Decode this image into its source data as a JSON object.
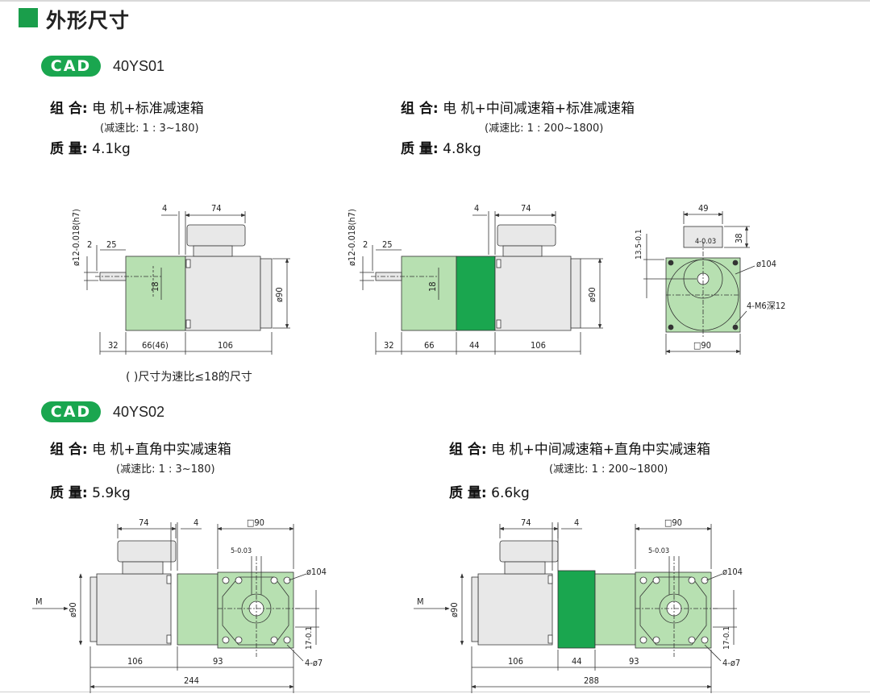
{
  "section": {
    "title": "外形尺寸"
  },
  "colors": {
    "accent": "#1a9e4b",
    "gear_light": "#b7e0b1",
    "gear_dark": "#1aa64f",
    "motor": "#e8e8e8"
  },
  "blocks": [
    {
      "cad_label": "CAD",
      "model": "40YS01",
      "left": {
        "combo_label": "组 合:",
        "combo_value": "电 机+标准减速箱",
        "ratio": "(减速比: 1 : 3~180)",
        "weight_label": "质 量:",
        "weight_value": "4.1kg"
      },
      "right": {
        "combo_label": "组 合:",
        "combo_value": "电 机+中间减速箱+标准减速箱",
        "ratio": "(减速比: 1 : 200~1800)",
        "weight_label": "质 量:",
        "weight_value": "4.8kg"
      },
      "note": "( )尺寸为速比≤18的尺寸"
    },
    {
      "cad_label": "CAD",
      "model": "40YS02",
      "left": {
        "combo_label": "组 合:",
        "combo_value": "电 机+直角中实减速箱",
        "ratio": "(减速比: 1 : 3~180)",
        "weight_label": "质 量:",
        "weight_value": "5.9kg"
      },
      "right": {
        "combo_label": "组 合:",
        "combo_value": "电 机+中间减速箱+直角中实减速箱",
        "ratio": "(减速比: 1 : 200~1800)",
        "weight_label": "质 量:",
        "weight_value": "6.6kg"
      }
    }
  ],
  "dims": {
    "d1": {
      "top_4": "4",
      "top_74": "74",
      "shaft": "ø12-0.018(h7)",
      "d2": "2",
      "d25": "25",
      "d18": "18",
      "d90": "ø90",
      "b32": "32",
      "b66": "66(46)",
      "b106": "106"
    },
    "d2": {
      "top_4": "4",
      "top_74": "74",
      "shaft": "ø12-0.018(h7)",
      "d2": "2",
      "d25": "25",
      "d18": "18",
      "d90": "ø90",
      "b32": "32",
      "b66": "66",
      "b44": "44",
      "b106": "106"
    },
    "d3": {
      "w49": "49",
      "h38": "38",
      "k4": "4-0.03",
      "k135": "13.5-0.1",
      "d104": "ø104",
      "holes": "4-M6深12",
      "sq90": "□90"
    },
    "d4": {
      "top_74": "74",
      "top_4": "4",
      "sq90": "□90",
      "k5": "5-0.03",
      "d104": "ø104",
      "M": "M",
      "d90": "ø90",
      "k17": "17-0.1",
      "holes": "4-ø7",
      "b106": "106",
      "b93": "93",
      "b244": "244"
    },
    "d5": {
      "top_74": "74",
      "top_4": "4",
      "sq90": "□90",
      "k5": "5-0.03",
      "d104": "ø104",
      "M": "M",
      "d90": "ø90",
      "k17": "17-0.1",
      "holes": "4-ø7",
      "b106": "106",
      "b44": "44",
      "b93": "93",
      "b288": "288"
    }
  }
}
